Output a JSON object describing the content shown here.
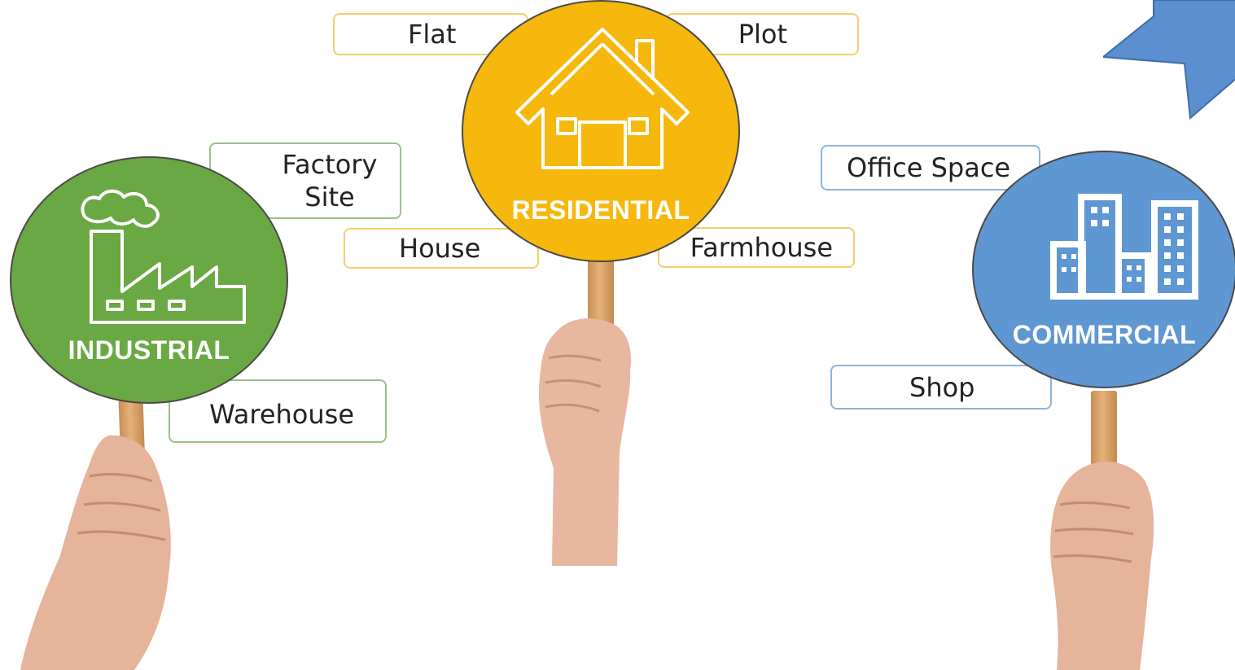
{
  "colors": {
    "industrial": "#6aa843",
    "residential": "#f6b80c",
    "commercial": "#5e97d1",
    "badge": "#5b8fcf"
  },
  "signs": {
    "industrial": {
      "label": "INDUSTRIAL",
      "icon": "factory-icon"
    },
    "residential": {
      "label": "RESIDENTIAL",
      "icon": "house-icon"
    },
    "commercial": {
      "label": "COMMERCIAL",
      "icon": "office-buildings-icon"
    }
  },
  "tags": {
    "residential": {
      "flat": "Flat",
      "plot": "Plot",
      "house": "House",
      "farmhouse": "Farmhouse"
    },
    "industrial": {
      "factory_line1": "Factory",
      "factory_line2": "Site",
      "warehouse": "Warehouse"
    },
    "commercial": {
      "office_space": "Office Space",
      "shop": "Shop"
    }
  }
}
